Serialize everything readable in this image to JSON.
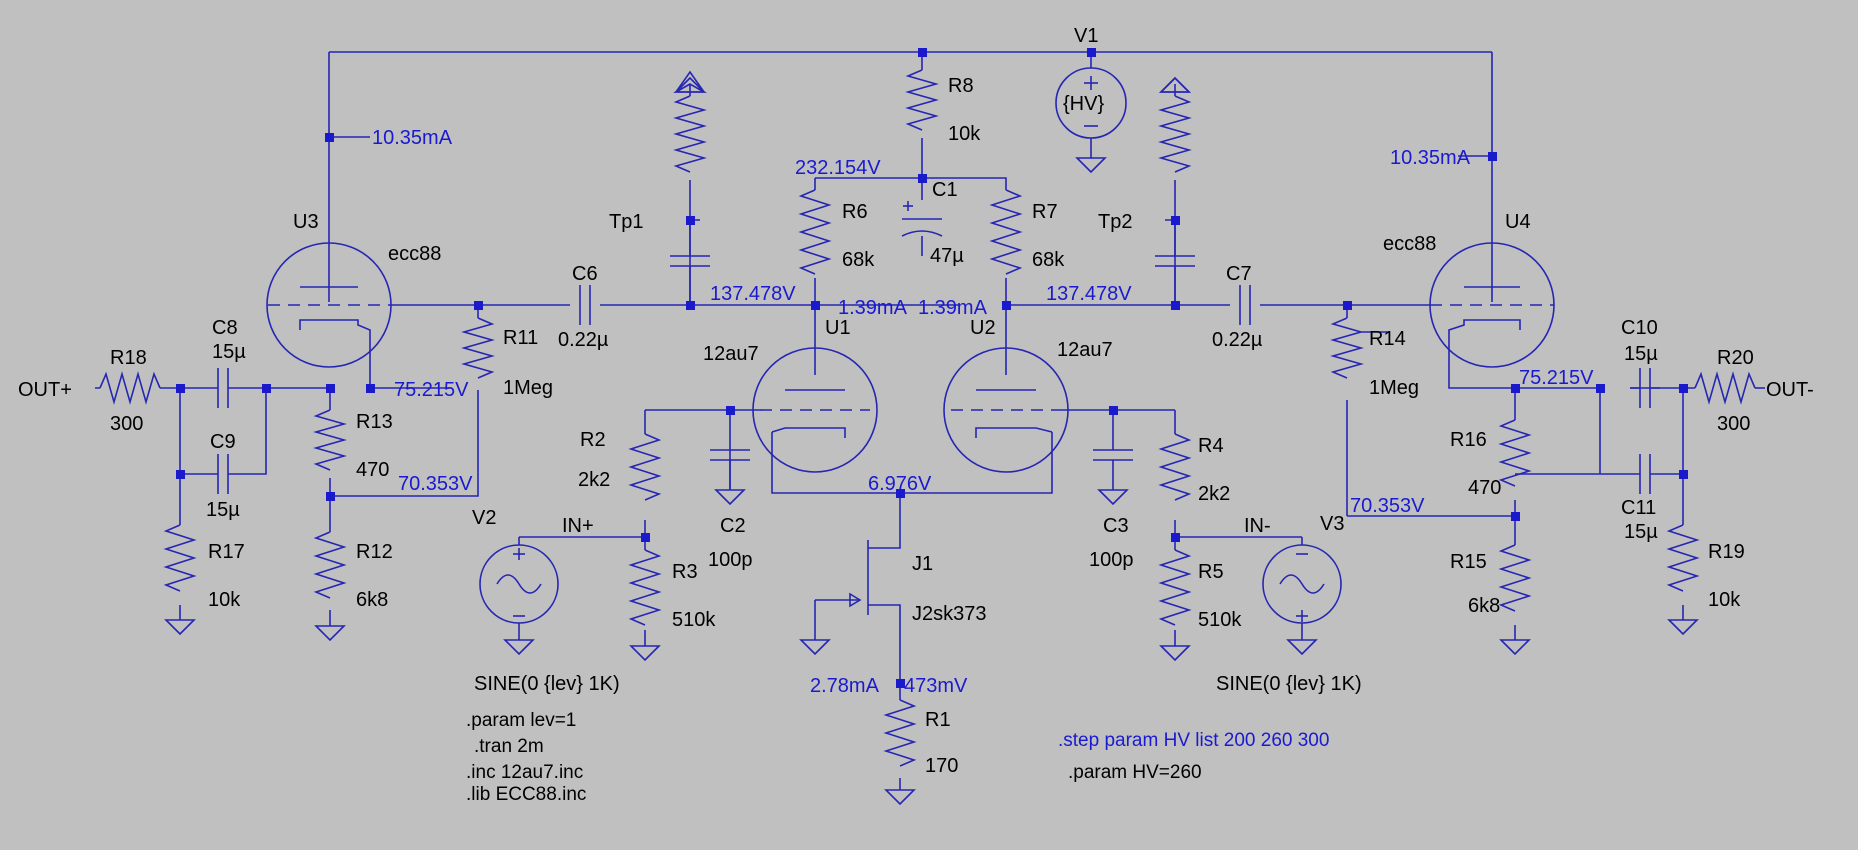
{
  "colors": {
    "background": "#c0c0c0",
    "wire": "#2626b3",
    "annotation": "#1a1ad0",
    "text": "#000000"
  },
  "components": {
    "V1": {
      "name": "V1",
      "value": "{HV}"
    },
    "R8": {
      "name": "R8",
      "value": "10k"
    },
    "C1": {
      "name": "C1",
      "value": "47µ"
    },
    "R6": {
      "name": "R6",
      "value": "68k"
    },
    "R7": {
      "name": "R7",
      "value": "68k"
    },
    "Tp1": {
      "name": "Tp1"
    },
    "Tp2": {
      "name": "Tp2"
    },
    "U1": {
      "name": "U1",
      "value": "12au7"
    },
    "U2": {
      "name": "U2",
      "value": "12au7"
    },
    "U3": {
      "name": "U3",
      "value": "ecc88"
    },
    "U4": {
      "name": "U4",
      "value": "ecc88"
    },
    "C6": {
      "name": "C6",
      "value": "0.22µ"
    },
    "C7": {
      "name": "C7",
      "value": "0.22µ"
    },
    "R11": {
      "name": "R11",
      "value": "1Meg"
    },
    "R14": {
      "name": "R14",
      "value": "1Meg"
    },
    "C8": {
      "name": "C8",
      "value": "15µ"
    },
    "C9": {
      "name": "C9",
      "value": "15µ"
    },
    "C10": {
      "name": "C10",
      "value": "15µ"
    },
    "C11": {
      "name": "C11",
      "value": "15µ"
    },
    "R18": {
      "name": "R18",
      "value": "300"
    },
    "R20": {
      "name": "R20",
      "value": "300"
    },
    "R13": {
      "name": "R13",
      "value": "470"
    },
    "R16": {
      "name": "R16",
      "value": "470"
    },
    "R12": {
      "name": "R12",
      "value": "6k8"
    },
    "R15": {
      "name": "R15",
      "value": "6k8"
    },
    "R17": {
      "name": "R17",
      "value": "10k"
    },
    "R19": {
      "name": "R19",
      "value": "10k"
    },
    "R2": {
      "name": "R2",
      "value": "2k2"
    },
    "R4": {
      "name": "R4",
      "value": "2k2"
    },
    "R3": {
      "name": "R3",
      "value": "510k"
    },
    "R5": {
      "name": "R5",
      "value": "510k"
    },
    "C2": {
      "name": "C2",
      "value": "100p"
    },
    "C3": {
      "name": "C3",
      "value": "100p"
    },
    "V2": {
      "name": "V2",
      "value": "SINE(0 {lev} 1K)"
    },
    "V3": {
      "name": "V3",
      "value": "SINE(0 {lev} 1K)"
    },
    "J1": {
      "name": "J1",
      "value": "J2sk373"
    },
    "R1": {
      "name": "R1",
      "value": "170"
    }
  },
  "nets": {
    "out_plus": "OUT+",
    "out_minus": "OUT-",
    "in_plus": "IN+",
    "in_minus": "IN-"
  },
  "annotations": {
    "i_u3": "10.35mA",
    "i_u4": "10.35mA",
    "v_r8_node": "232.154V",
    "v_plate_left": "137.478V",
    "v_plate_right": "137.478V",
    "i_u1": "1.39mA",
    "i_u2": "1.39mA",
    "v_cath_u3": "75.215V",
    "v_cath_u4": "75.215V",
    "v_bias_left": "70.353V",
    "v_bias_right": "70.353V",
    "v_tail": "6.976V",
    "i_j1": "2.78mA",
    "v_j1_source": "473mV"
  },
  "directives": {
    "param_lev": ".param lev=1",
    "tran": ".tran 2m",
    "inc": ".inc 12au7.inc",
    "lib": ".lib ECC88.inc",
    "step": ".step param HV list 200 260 300",
    "param_hv": ".param HV=260"
  }
}
